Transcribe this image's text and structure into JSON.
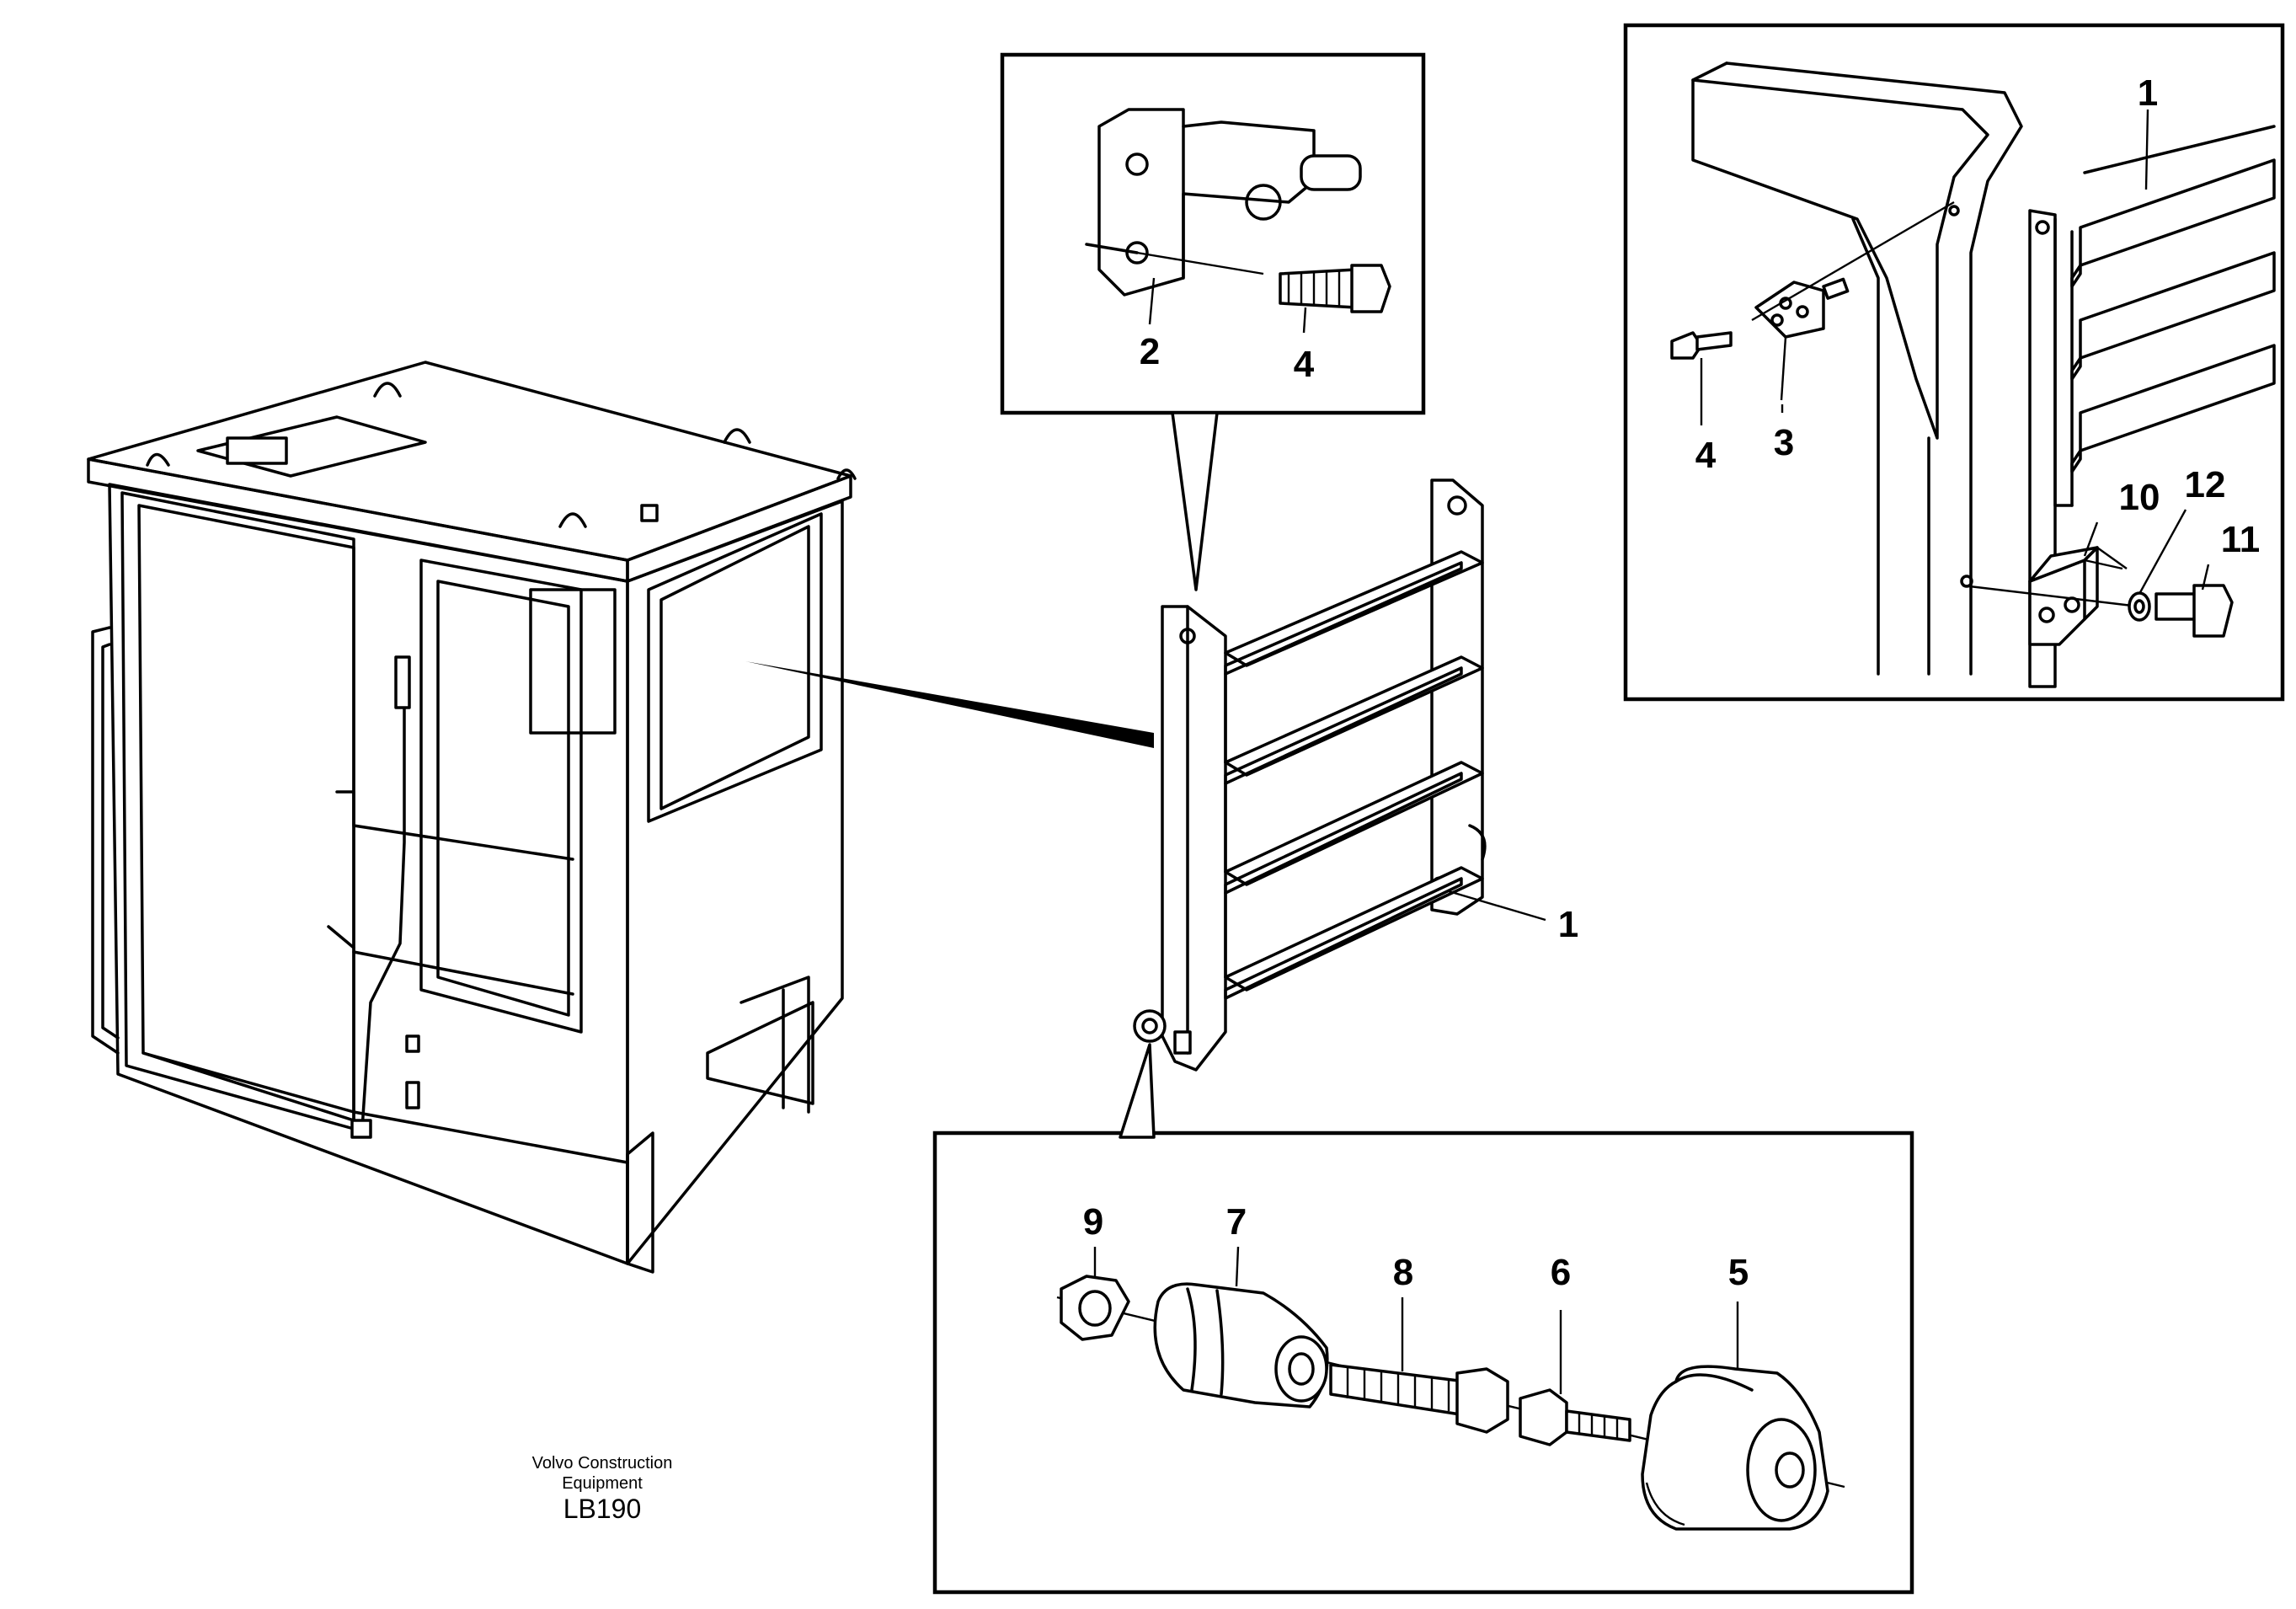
{
  "caption": {
    "line1": "Volvo Construction",
    "line2": "Equipment",
    "code": "LB190"
  },
  "callouts": {
    "top_detail": [
      "2",
      "4"
    ],
    "right_detail": [
      "1",
      "4",
      "3",
      "10",
      "12",
      "11"
    ],
    "main_grille": "1",
    "bottom_detail": [
      "9",
      "7",
      "8",
      "6",
      "5"
    ]
  }
}
